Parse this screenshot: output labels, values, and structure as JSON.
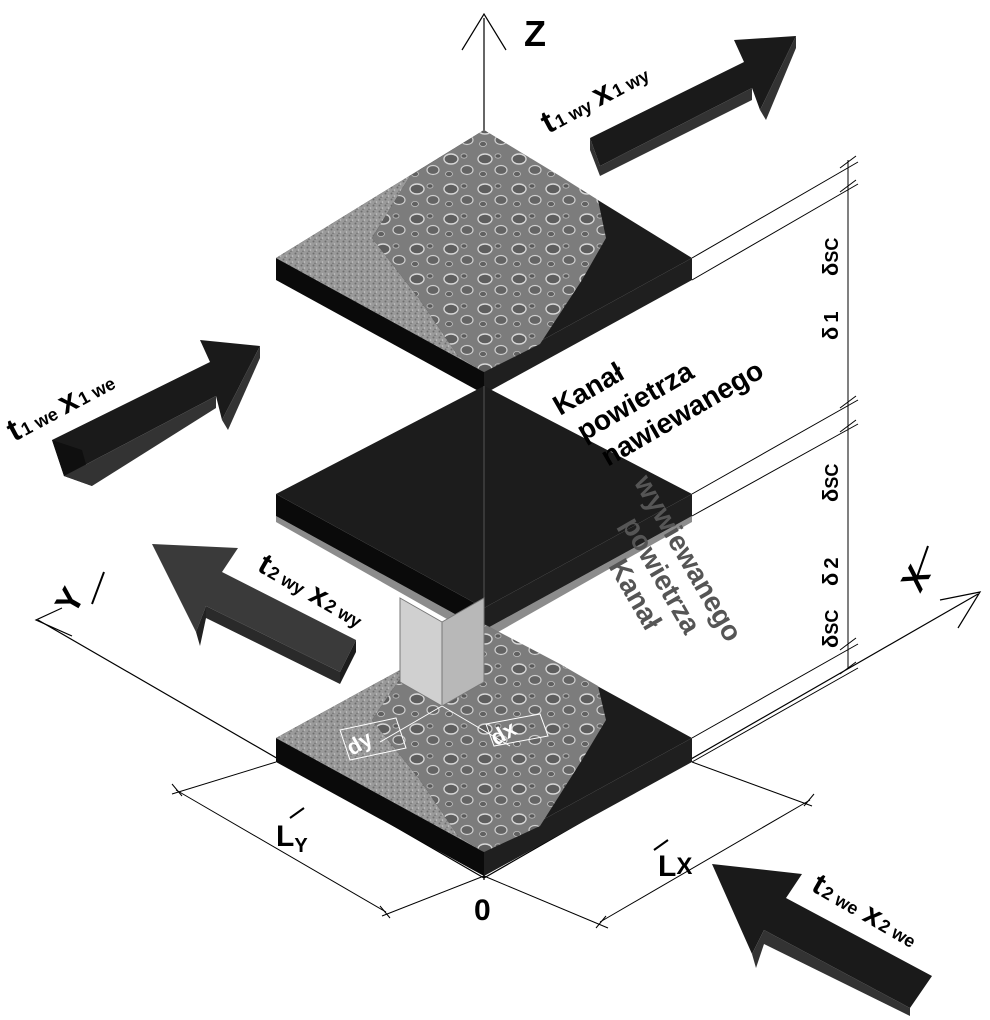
{
  "axes": {
    "z": "Z",
    "x": "X",
    "y": "Y",
    "origin": "0"
  },
  "dimensions": {
    "lx_main": "L",
    "lx_sub": "X",
    "ly_main": "L",
    "ly_sub": "Y",
    "dx": "dx",
    "dy": "dy",
    "delta": "δ",
    "sc": "SC",
    "one": "1",
    "two": "2"
  },
  "channels": {
    "supply": [
      "Kanał",
      "powietrza",
      "nawiewanego"
    ],
    "exhaust": [
      "Kanał",
      "powietrza",
      "wywiewanego"
    ]
  },
  "streams": {
    "t": "t",
    "x": "x",
    "in_1": "1 we",
    "out_1": "1 wy",
    "in_2": "2 we",
    "out_2": "2 wy"
  },
  "colors": {
    "plate_dark": "#1c1c1c",
    "plate_edge": "#0a0a0a",
    "arrow_top": "#1a1a1a",
    "arrow_side": "#333333",
    "arrow_lower": "#3a3a3a",
    "texture_fine": "#9a9a9a",
    "texture_drops": "#7a7a7a",
    "column": "#c8c8c8",
    "exhaust_text": "#555555"
  },
  "icons": {
    "arrow_in_1": "block-arrow-right-up",
    "arrow_out_1": "block-arrow-right-up",
    "arrow_in_2": "block-arrow-left-up",
    "arrow_out_2": "block-arrow-left-up"
  }
}
